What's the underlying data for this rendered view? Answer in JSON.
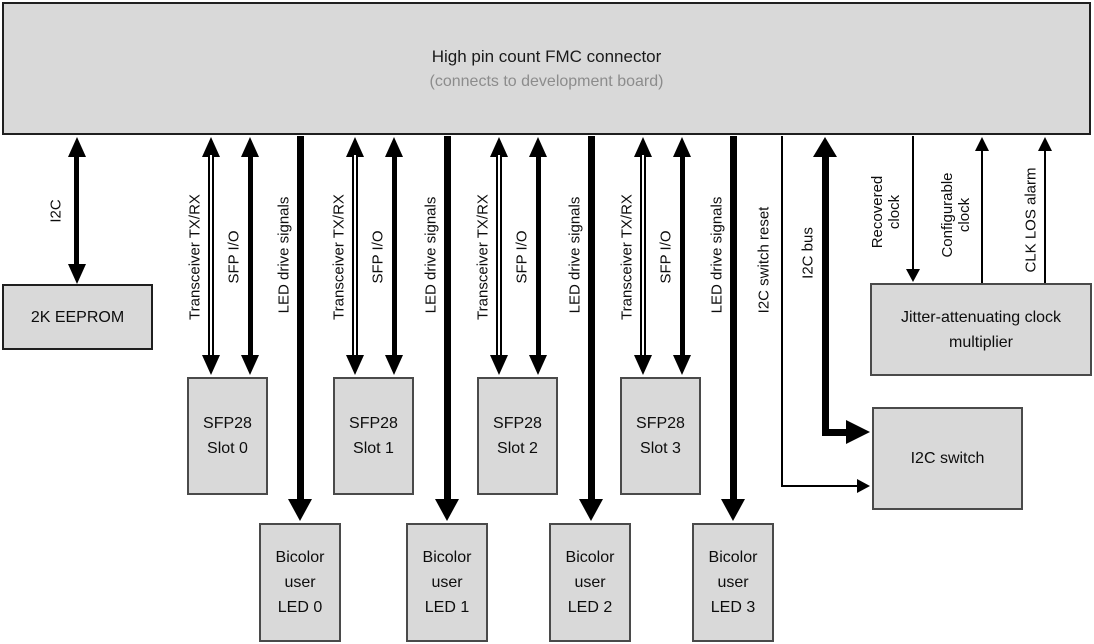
{
  "fmc": {
    "title": "High pin count FMC connector",
    "subtitle": "(connects to development board)"
  },
  "eeprom": {
    "label": "2K EEPROM",
    "bus_label": "I2C"
  },
  "sfp_groups": [
    {
      "transceiver_label": "Transceiver TX/RX",
      "sfp_io_label": "SFP I/O",
      "led_drive_label": "LED drive signals",
      "slot_line1": "SFP28",
      "slot_line2": "Slot 0",
      "led_line1": "Bicolor",
      "led_line2": "user",
      "led_line3": "LED 0"
    },
    {
      "transceiver_label": "Transceiver TX/RX",
      "sfp_io_label": "SFP I/O",
      "led_drive_label": "LED drive signals",
      "slot_line1": "SFP28",
      "slot_line2": "Slot 1",
      "led_line1": "Bicolor",
      "led_line2": "user",
      "led_line3": "LED 1"
    },
    {
      "transceiver_label": "Transceiver TX/RX",
      "sfp_io_label": "SFP I/O",
      "led_drive_label": "LED drive signals",
      "slot_line1": "SFP28",
      "slot_line2": "Slot 2",
      "led_line1": "Bicolor",
      "led_line2": "user",
      "led_line3": "LED 2"
    },
    {
      "transceiver_label": "Transceiver TX/RX",
      "sfp_io_label": "SFP I/O",
      "led_drive_label": "LED drive signals",
      "slot_line1": "SFP28",
      "slot_line2": "Slot 3",
      "led_line1": "Bicolor",
      "led_line2": "user",
      "led_line3": "LED 3"
    }
  ],
  "i2c_switch": {
    "label": "I2C switch",
    "reset_label": "I2C switch reset",
    "bus_label": "I2C bus"
  },
  "clock_multiplier": {
    "line1": "Jitter-attenuating clock",
    "line2": "multiplier",
    "recovered_line1": "Recovered",
    "recovered_line2": "clock",
    "configurable_line1": "Configurable",
    "configurable_line2": "clock",
    "clk_los_label": "CLK LOS alarm"
  },
  "colors": {
    "block_fill": "#d9d9d9",
    "primary_border": "#1f1f1f",
    "secondary_border": "#4a4a4a",
    "arrow": "#000000",
    "title_text": "#1a1a1a",
    "subtitle_text": "#8c8c8c"
  }
}
